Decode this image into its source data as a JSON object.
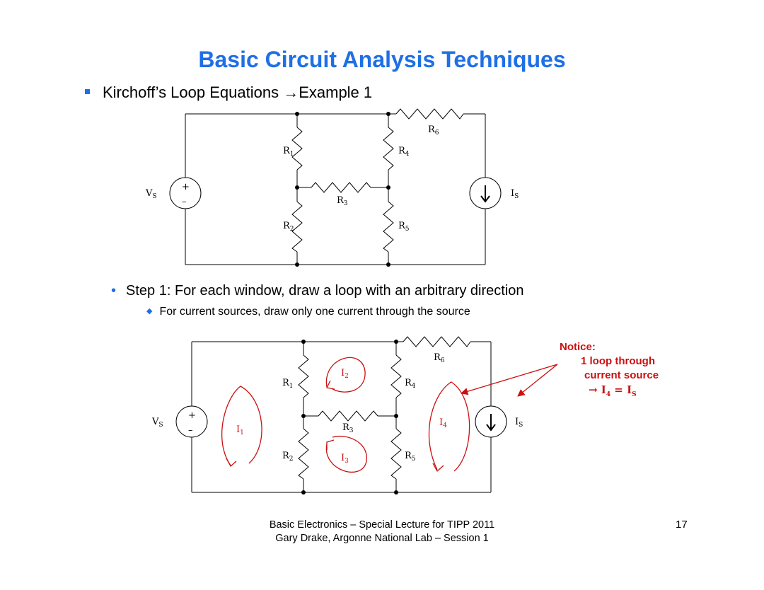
{
  "title": "Basic Circuit Analysis Techniques",
  "bullet_main": "Kirchoff’s Loop Equations →Example 1",
  "step1": "Step 1: For each window, draw a loop with an arbitrary direction",
  "step1_sub": "For current sources, draw only one current through the source",
  "labels": {
    "R1": "R",
    "R1_sub": "1",
    "R2": "R",
    "R2_sub": "2",
    "R3": "R",
    "R3_sub": "3",
    "R4": "R",
    "R4_sub": "4",
    "R5": "R",
    "R5_sub": "5",
    "R6": "R",
    "R6_sub": "6",
    "VS": "V",
    "VS_sub": "S",
    "IS": "I",
    "IS_sub": "S",
    "plus": "+",
    "minus": "–"
  },
  "loops": {
    "I1": "I",
    "I1_sub": "1",
    "I2": "I",
    "I2_sub": "2",
    "I3": "I",
    "I3_sub": "3",
    "I4": "I",
    "I4_sub": "4"
  },
  "notice": {
    "line1": "Notice:",
    "line2": "1 loop through",
    "line3": "current source",
    "line4": "→ I",
    "line4_sub": "4",
    "line4_rest": " = I",
    "line4_sub2": "S"
  },
  "footer": {
    "line1": "Basic Electronics – Special Lecture for TIPP 2011",
    "line2": "Gary Drake, Argonne National Lab – Session 1"
  },
  "page_number": "17",
  "colors": {
    "title": "#1f6fe6",
    "annotation": "#cc1010",
    "bullet": "#1f6fe6"
  }
}
